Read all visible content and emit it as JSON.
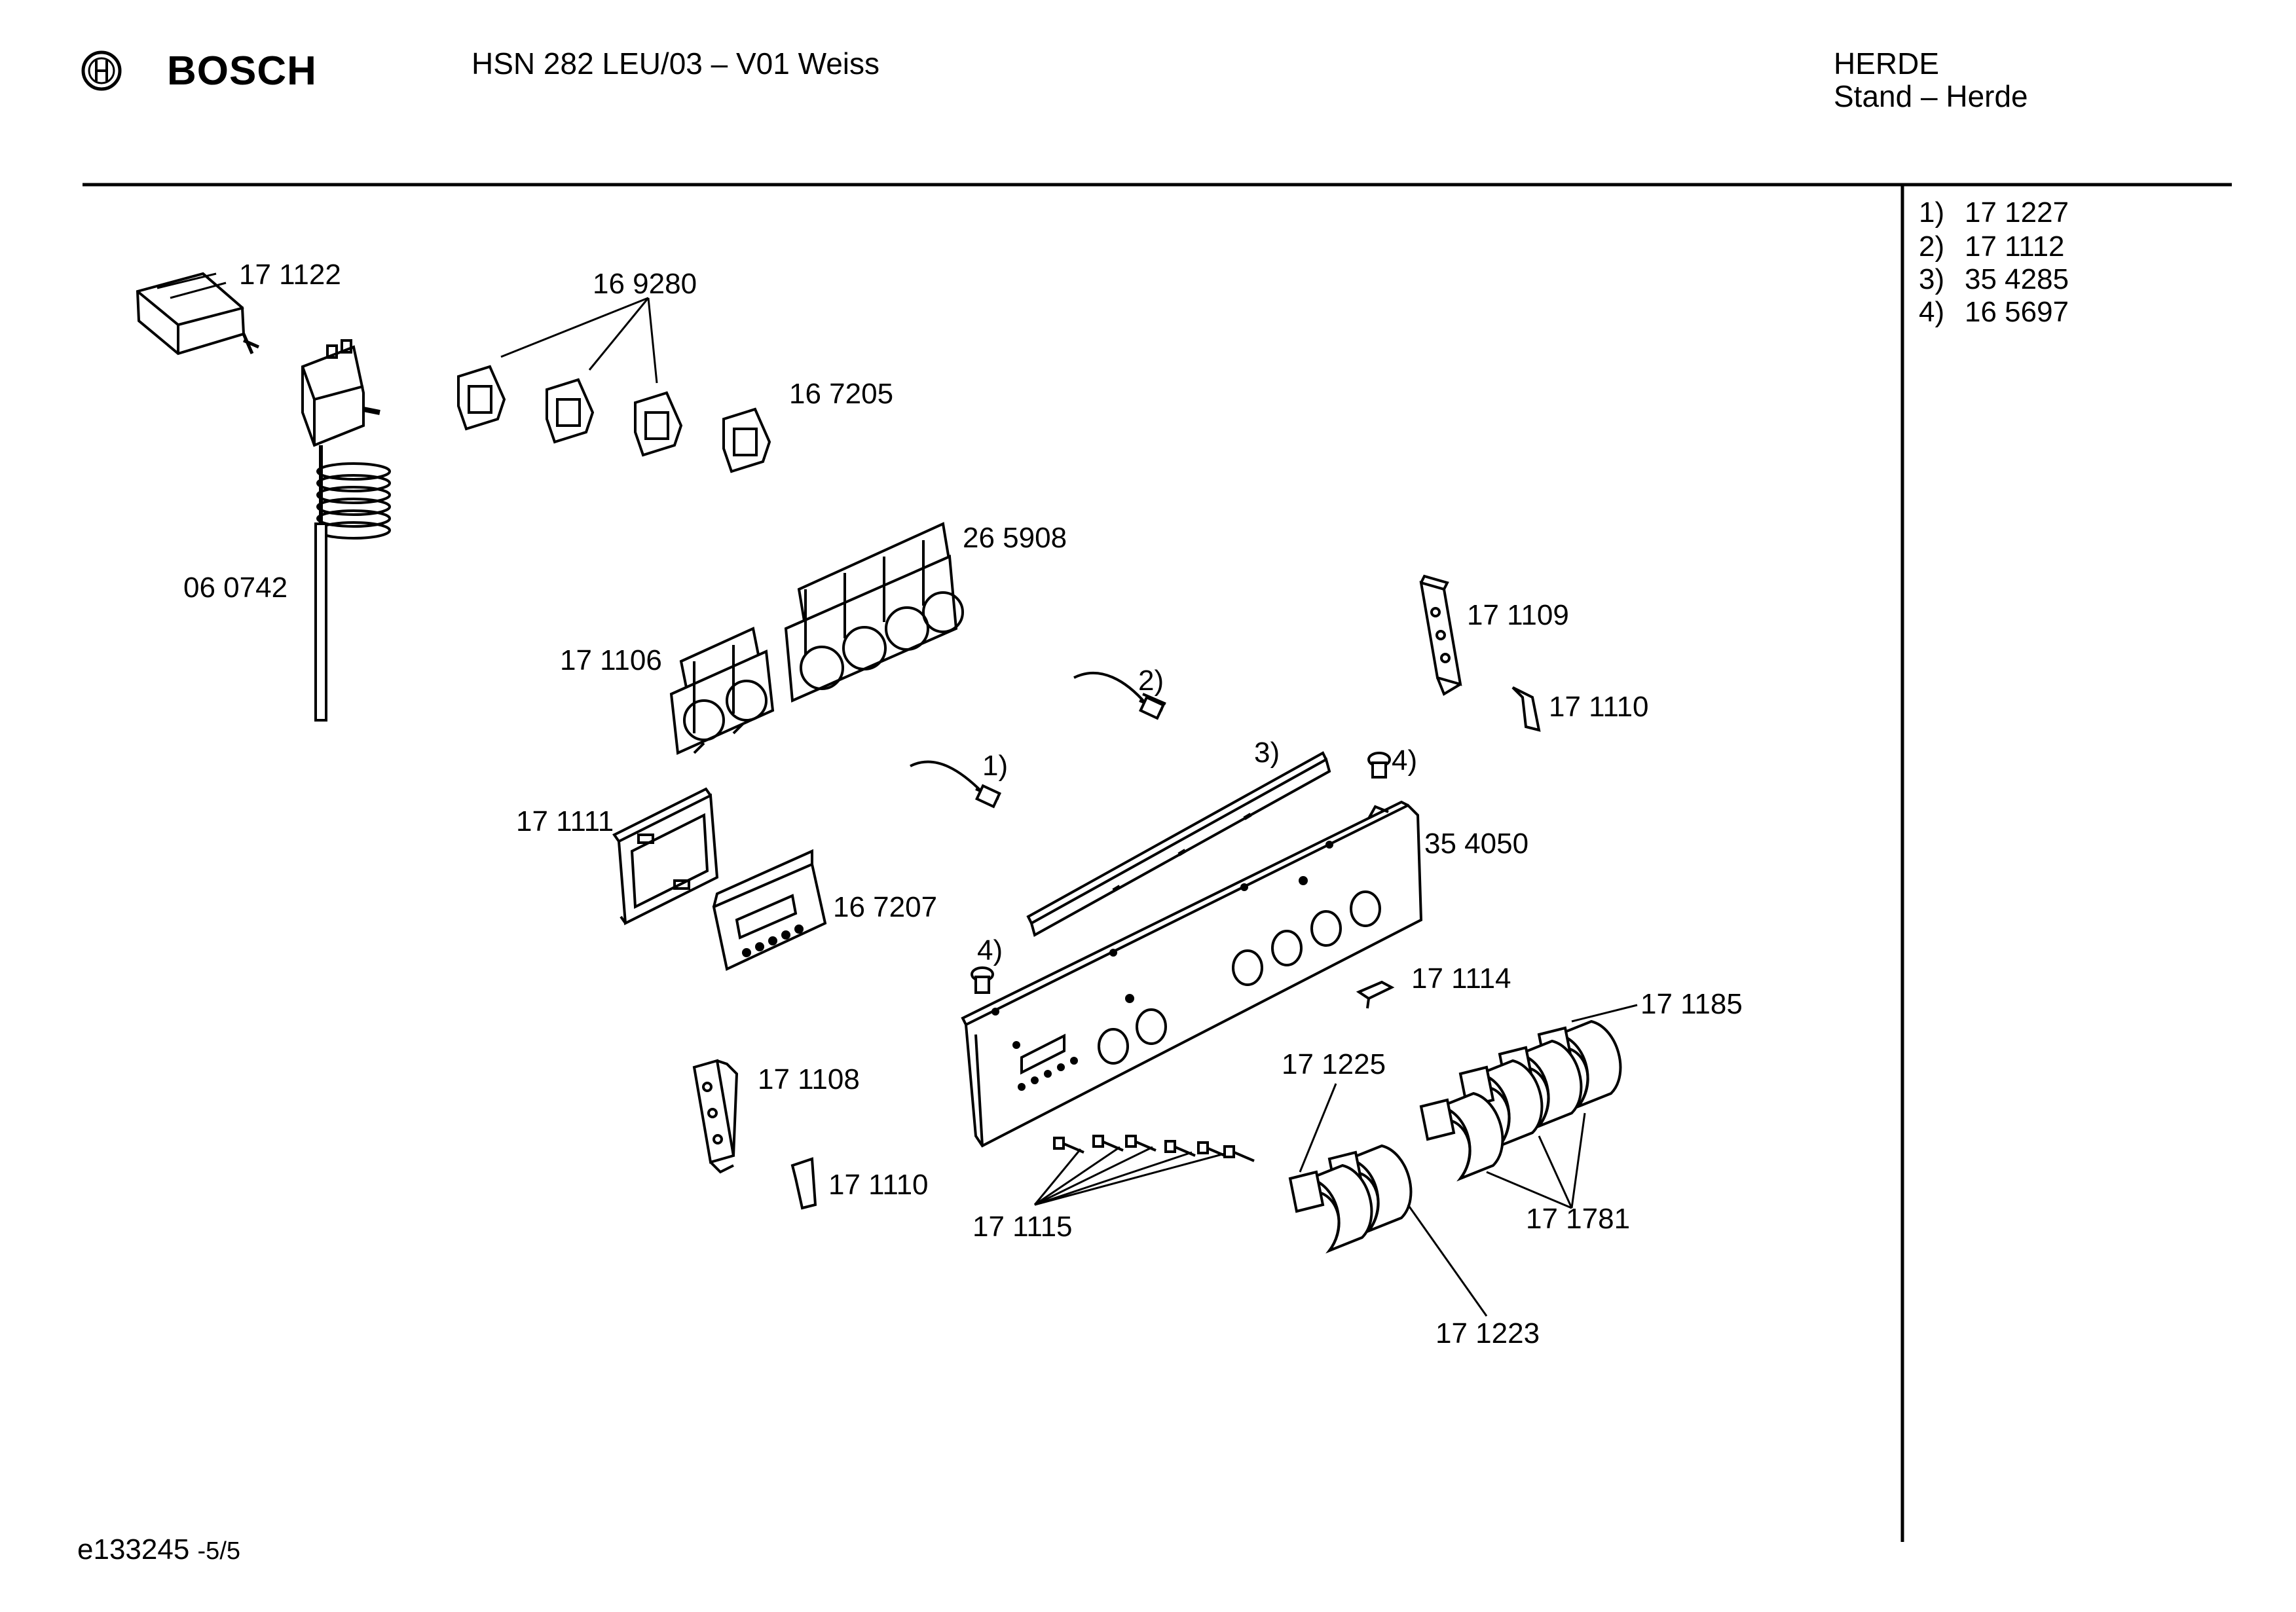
{
  "header": {
    "brand": "BOSCH",
    "model": "HSN 282 LEU/03 – V01 Weiss",
    "category": "HERDE",
    "subcategory": "Stand – Herde"
  },
  "legend": [
    {
      "key": "1)",
      "part": "17 1227"
    },
    {
      "key": "2)",
      "part": "17 1112"
    },
    {
      "key": "3)",
      "part": "35 4285"
    },
    {
      "key": "4)",
      "part": "16 5697"
    }
  ],
  "parts": {
    "p171122": "17 1122",
    "p169280": "16 9280",
    "p167205": "16 7205",
    "p060742": "06 0742",
    "p265908": "26 5908",
    "p171106": "17 1106",
    "p171109": "17 1109",
    "p171110a": "17 1110",
    "cb2": "2)",
    "cb1": "1)",
    "cb3": "3)",
    "cb4a": "4)",
    "p354050": "35 4050",
    "p171111": "17 1111",
    "p167207": "16 7207",
    "cb4b": "4)",
    "p171114": "17 1114",
    "p171185": "17 1185",
    "p171225": "17 1225",
    "p171108": "17 1108",
    "p171110b": "17 1110",
    "p171115": "17 1115",
    "p171781": "17 1781",
    "p171223": "17 1223"
  },
  "footer": {
    "doc_id": "e133245",
    "page": "-5/5"
  }
}
